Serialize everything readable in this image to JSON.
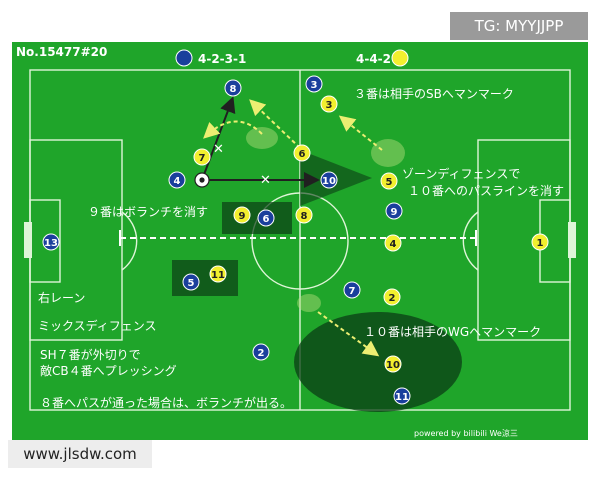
{
  "watermark_tag": "TG: MYYJJPP",
  "site_watermark": "www.jlsdw.com",
  "diagram_id": "No.15477#20",
  "formation_blue": "4-2-3-1",
  "formation_yellow": "4-4-2",
  "credit": "powered by bilibili We涼三",
  "colors": {
    "pitch": "#1fa52a",
    "pitch_lines": "#dff5d8",
    "blue_team": "#1a3f9c",
    "yellow_team": "#f2ef2e",
    "arrow_yellow": "#ecee72",
    "arrow_dark": "#202020",
    "zone_shadow": "#0b3d15",
    "text": "#ffffff"
  },
  "blue_players": [
    {
      "num": "8"
    },
    {
      "num": "3"
    },
    {
      "num": "4"
    },
    {
      "num": "10"
    },
    {
      "num": "6"
    },
    {
      "num": "9"
    },
    {
      "num": "13"
    },
    {
      "num": "5"
    },
    {
      "num": "7"
    },
    {
      "num": "2"
    },
    {
      "num": "11"
    }
  ],
  "yellow_players": [
    {
      "num": "3"
    },
    {
      "num": "7"
    },
    {
      "num": "6"
    },
    {
      "num": "5"
    },
    {
      "num": "9"
    },
    {
      "num": "8"
    },
    {
      "num": "11"
    },
    {
      "num": "4"
    },
    {
      "num": "1"
    },
    {
      "num": "2"
    },
    {
      "num": "10"
    }
  ],
  "annotations": {
    "mark_sb": "３番は相手のSBへマンマーク",
    "zone_def_1": "ゾーンディフェンスで",
    "zone_def_2": "１０番へのパスラインを消す",
    "volante": "９番はボランチを消す",
    "right_lane": "右レーン",
    "mixed_def": "ミックスディフェンス",
    "sh7_1": "SH７番が外切りで",
    "sh7_2": "敵CB４番へプレッシング",
    "wg_mark": "１０番は相手のWGへマンマーク",
    "pass8": "８番へパスが通った場合は、ボランチが出る。"
  }
}
